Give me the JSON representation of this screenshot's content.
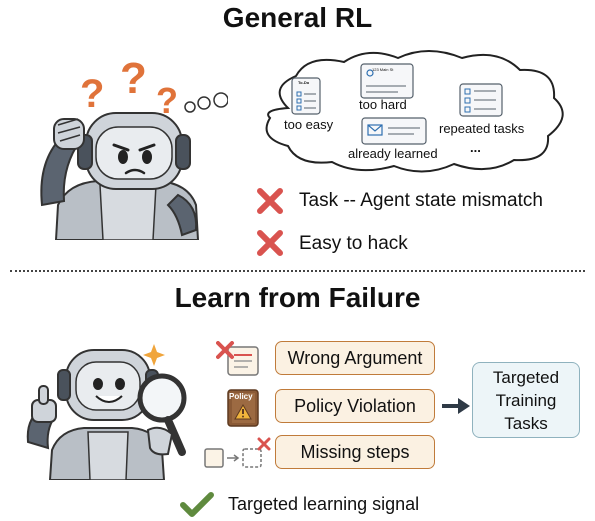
{
  "top": {
    "title": "General RL",
    "cloud_items": {
      "todo_card_title": "To-Do",
      "address_card_title": "123 Main St",
      "too_easy": "too easy",
      "too_hard": "too hard",
      "already_learned": "already learned",
      "repeated_tasks": "repeated tasks",
      "ellipsis": "..."
    },
    "issues": [
      {
        "label": "Task -- Agent state mismatch",
        "icon": "red-x-icon"
      },
      {
        "label": "Easy to hack",
        "icon": "red-x-icon"
      }
    ]
  },
  "bottom": {
    "title": "Learn from Failure",
    "failures": [
      {
        "label": "Wrong Argument",
        "icon": "document-x-icon"
      },
      {
        "label": "Policy Violation",
        "icon": "policy-book-icon"
      },
      {
        "label": "Missing steps",
        "icon": "missing-step-icon"
      }
    ],
    "policy_book_label": "Policy",
    "target": {
      "line1": "Targeted",
      "line2": "Training",
      "line3": "Tasks"
    },
    "signal": {
      "label": "Targeted learning signal",
      "icon": "green-check-icon"
    }
  },
  "colors": {
    "red_x": "#d9534f",
    "fail_box_fill": "#fbf1e2",
    "fail_box_border": "#c07b3a",
    "target_fill": "#edf5f8",
    "target_border": "#8fb2be",
    "check": "#5f8a3e",
    "question_mark": "#e0733a"
  }
}
